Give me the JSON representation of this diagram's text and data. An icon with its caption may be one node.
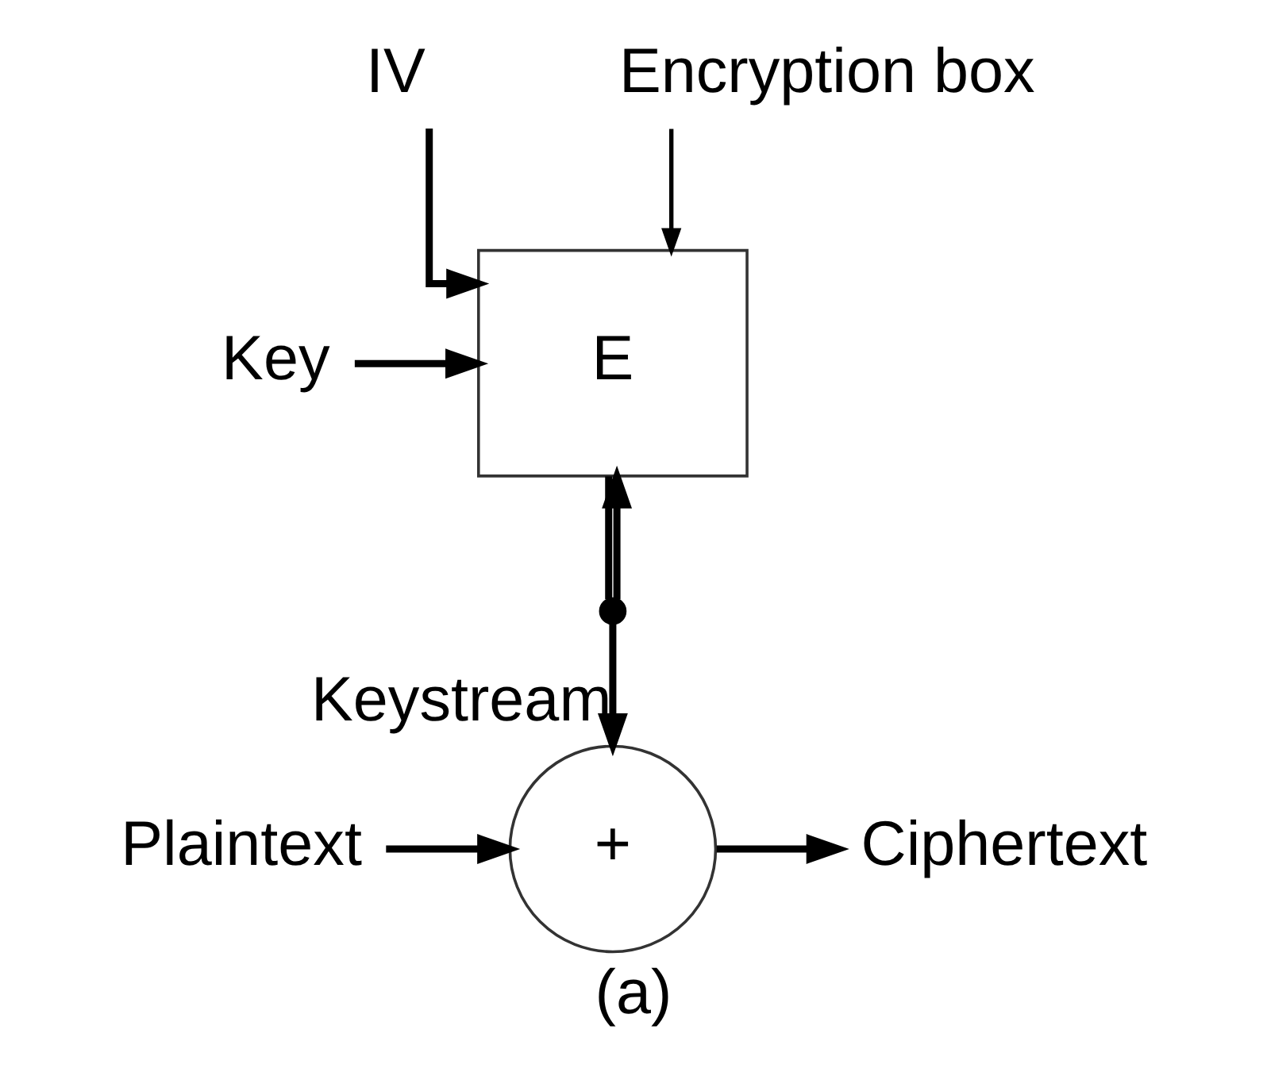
{
  "diagram": {
    "caption": "(a)",
    "nodes": [
      {
        "text": [
          "IV"
        ]
      },
      {
        "text": [
          "Encryption box"
        ]
      },
      {
        "text": [
          "Key"
        ]
      },
      {
        "text": [
          "E"
        ]
      },
      {
        "text": [],
        "shape": "circle"
      },
      {
        "text": [
          "Plaintext"
        ]
      },
      {
        "text": [
          "+"
        ]
      },
      {
        "text": [
          "Ciphertext"
        ]
      }
    ],
    "edges": [
      {
        "from": 0,
        "to": 3,
        "arrow": "to"
      },
      {
        "from": 1,
        "to": 3,
        "arrow": "to"
      },
      {
        "from": 2,
        "to": 3,
        "arrow": "to"
      },
      {
        "from": 3,
        "to": 4,
        "arrow": "none"
      },
      {
        "from": 4,
        "to": 3,
        "arrow": "to"
      },
      {
        "from": 4,
        "to": 6,
        "arrow": "to",
        "label": "Keystream"
      },
      {
        "from": 5,
        "to": 6,
        "arrow": "to"
      },
      {
        "from": 6,
        "to": 7,
        "arrow": "to"
      }
    ]
  }
}
